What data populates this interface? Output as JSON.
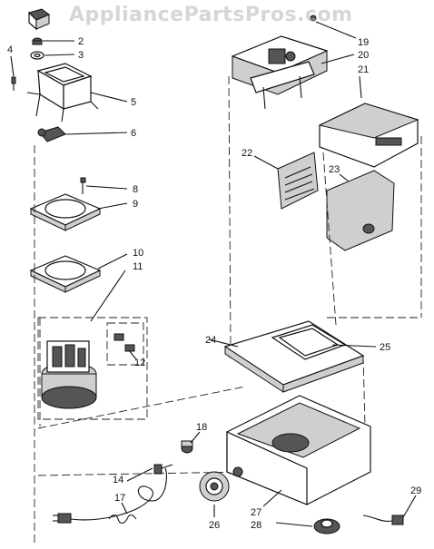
{
  "watermark": "AppliancePartsPros.com",
  "callouts": [
    "2",
    "3",
    "4",
    "5",
    "6",
    "8",
    "9",
    "10",
    "11",
    "12",
    "14",
    "17",
    "18",
    "19",
    "20",
    "21",
    "22",
    "23",
    "24",
    "25",
    "26",
    "27",
    "28",
    "29"
  ]
}
